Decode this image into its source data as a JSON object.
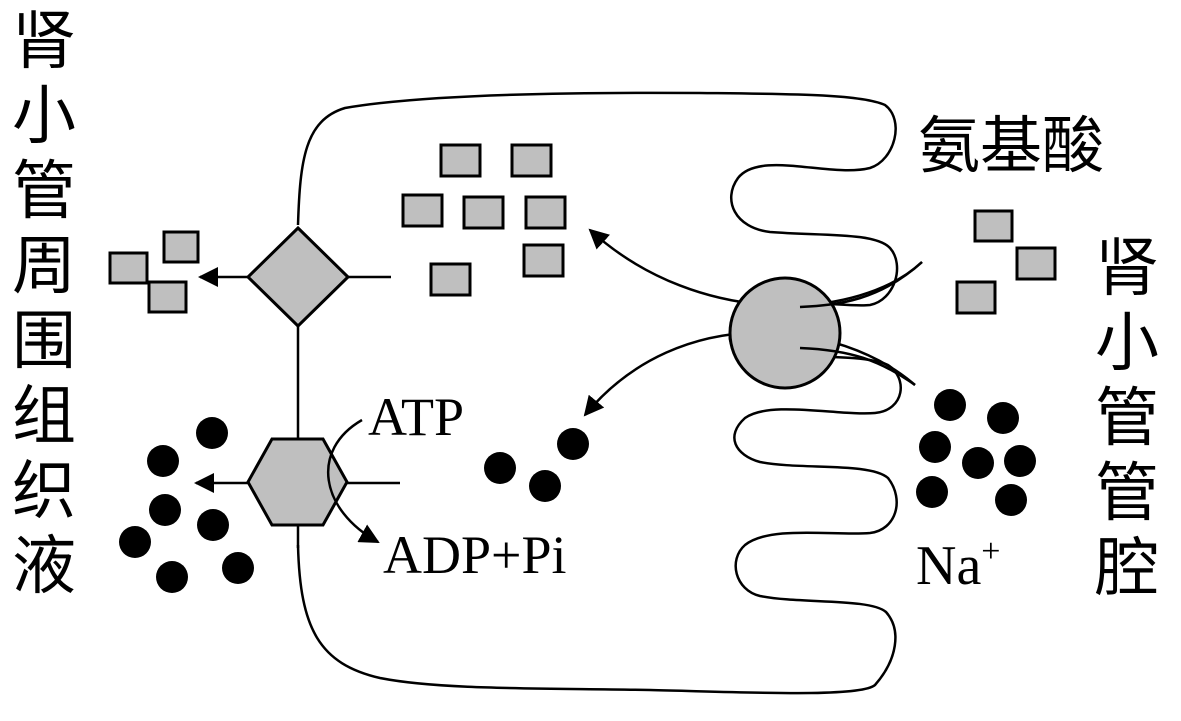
{
  "labels": {
    "left_region": [
      "肾",
      "小",
      "管",
      "周",
      "围",
      "组",
      "织",
      "液"
    ],
    "right_region": [
      "肾",
      "小",
      "管",
      "管",
      "腔"
    ],
    "amino_acid": "氨基酸",
    "atp": "ATP",
    "adp_pi": "ADP+Pi",
    "sodium": "Na",
    "sodium_charge": "+"
  },
  "colors": {
    "stroke": "#000000",
    "fill_gray": "#bfbfbf",
    "dot": "#000000",
    "background": "#ffffff"
  },
  "icons": {
    "amino_acid_particle": "gray-square",
    "sodium_ion": "black-dot",
    "amino_acid_carrier": "diamond",
    "sodium_pump": "hexagon",
    "cotransporter": "circle"
  }
}
